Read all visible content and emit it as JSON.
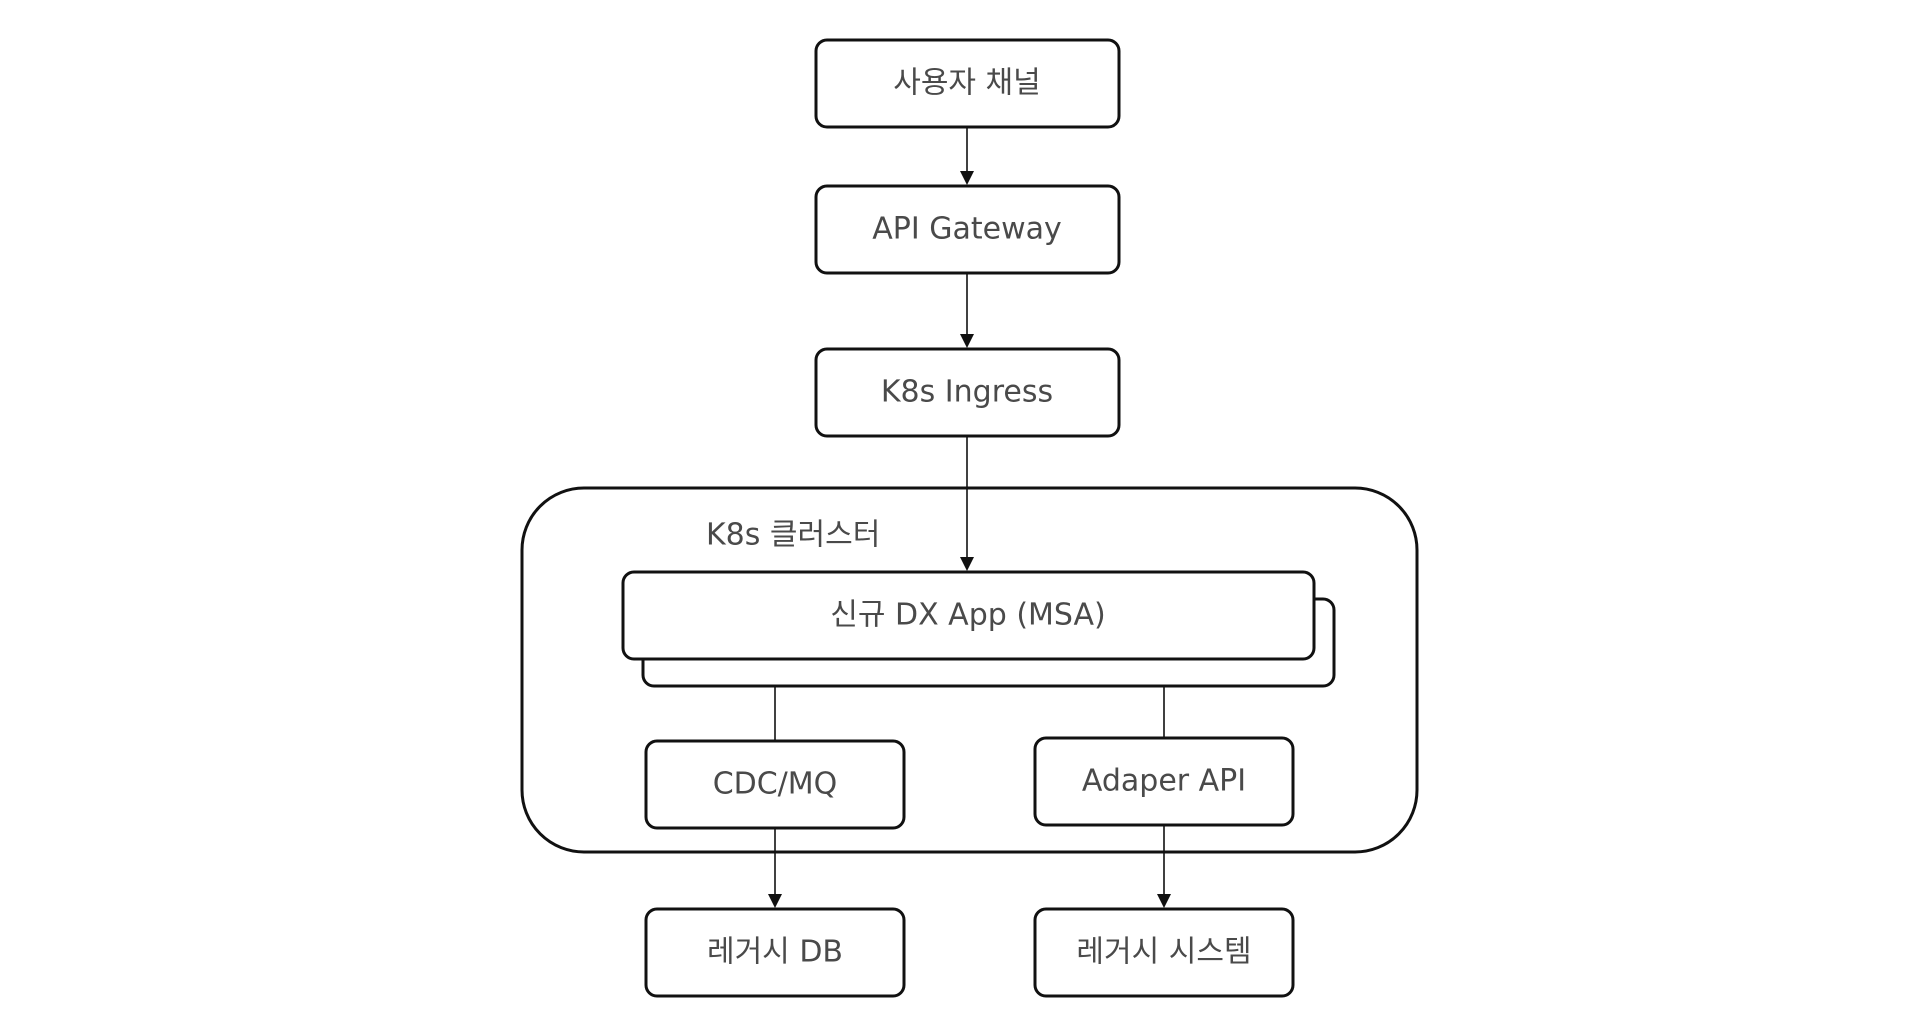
{
  "diagram": {
    "cluster": {
      "label": "K8s 클러스터"
    },
    "nodes": [
      {
        "id": "user-channel",
        "label": "사용자 채널"
      },
      {
        "id": "api-gateway",
        "label": "API Gateway"
      },
      {
        "id": "k8s-ingress",
        "label": "K8s Ingress"
      },
      {
        "id": "dx-app",
        "label": "신규 DX App (MSA)",
        "stacked": true
      },
      {
        "id": "cdc-mq",
        "label": "CDC/MQ"
      },
      {
        "id": "adapter-api",
        "label": "Adaper API"
      },
      {
        "id": "legacy-db",
        "label": "레거시 DB"
      },
      {
        "id": "legacy-system",
        "label": "레거시 시스템"
      }
    ],
    "edges": [
      {
        "from": "user-channel",
        "to": "api-gateway"
      },
      {
        "from": "api-gateway",
        "to": "k8s-ingress"
      },
      {
        "from": "k8s-ingress",
        "to": "dx-app"
      },
      {
        "from": "cdc-mq",
        "to": "dx-app"
      },
      {
        "from": "adapter-api",
        "to": "dx-app"
      },
      {
        "from": "cdc-mq",
        "to": "legacy-db"
      },
      {
        "from": "adapter-api",
        "to": "legacy-system"
      }
    ]
  }
}
